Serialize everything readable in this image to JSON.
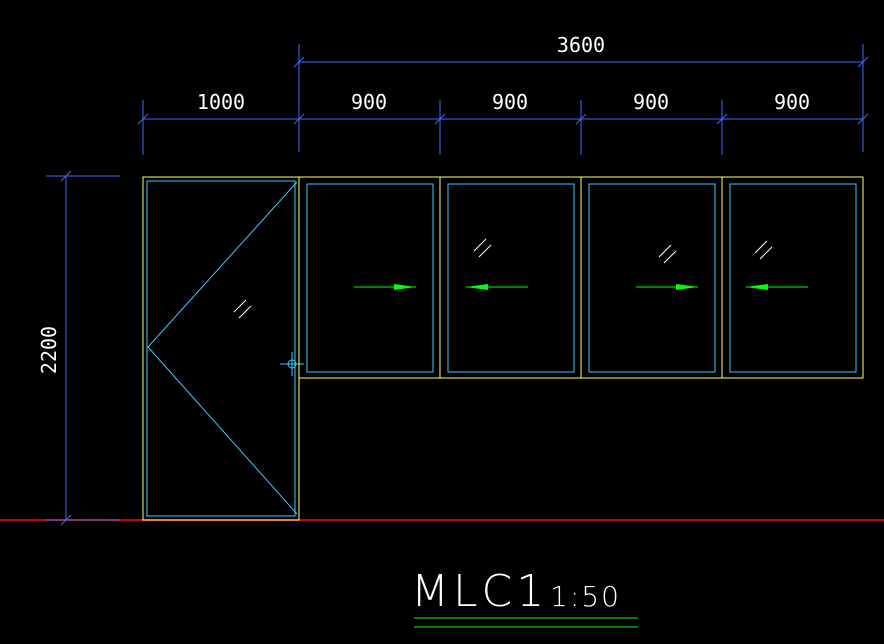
{
  "drawing": {
    "title": "MLC1",
    "scale": "1:50"
  },
  "dimensions": {
    "overall_width": "3600",
    "door_width": "1000",
    "panel_widths": [
      "900",
      "900",
      "900",
      "900"
    ],
    "height": "2200"
  },
  "colors": {
    "background": "#000000",
    "dimension_line": "#3a6cff",
    "frame": "#ffff66",
    "glass": "#33ccff",
    "opening_arrow": "#00ff00",
    "floor_line": "#cc0000",
    "title_underline": "#00ff00"
  }
}
